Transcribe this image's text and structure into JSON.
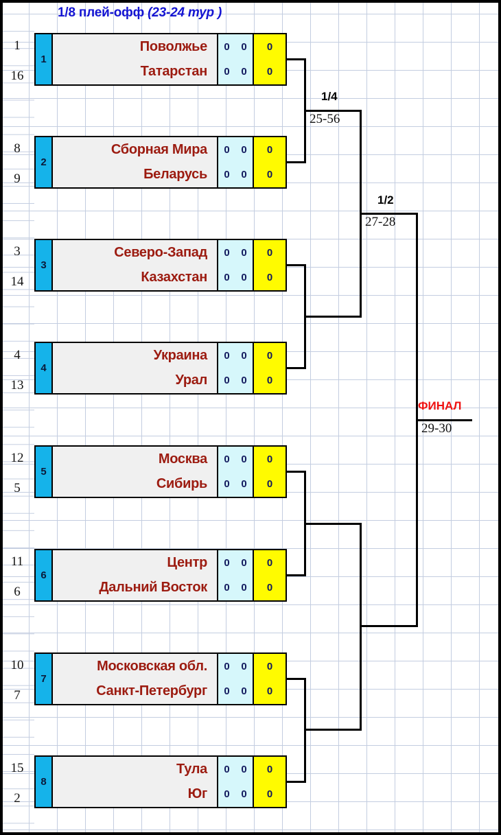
{
  "header": {
    "round_label": "1/8 плей-офф",
    "round_tours": "(23-24 тур )"
  },
  "bracket": {
    "round_of_16": [
      {
        "num": "1",
        "seed_top": "1",
        "seed_bottom": "16",
        "team_top": "Поволжье",
        "team_bottom": "Татарстан",
        "scores_top": [
          "0",
          "0"
        ],
        "scores_bottom": [
          "0",
          "0"
        ],
        "total_top": "0",
        "total_bottom": "0"
      },
      {
        "num": "2",
        "seed_top": "8",
        "seed_bottom": "9",
        "team_top": "Сборная Мира",
        "team_bottom": "Беларусь",
        "scores_top": [
          "0",
          "0"
        ],
        "scores_bottom": [
          "0",
          "0"
        ],
        "total_top": "0",
        "total_bottom": "0"
      },
      {
        "num": "3",
        "seed_top": "3",
        "seed_bottom": "14",
        "team_top": "Северо-Запад",
        "team_bottom": "Казахстан",
        "scores_top": [
          "0",
          "0"
        ],
        "scores_bottom": [
          "0",
          "0"
        ],
        "total_top": "0",
        "total_bottom": "0"
      },
      {
        "num": "4",
        "seed_top": "4",
        "seed_bottom": "13",
        "team_top": "Украина",
        "team_bottom": "Урал",
        "scores_top": [
          "0",
          "0"
        ],
        "scores_bottom": [
          "0",
          "0"
        ],
        "total_top": "0",
        "total_bottom": "0"
      },
      {
        "num": "5",
        "seed_top": "12",
        "seed_bottom": "5",
        "team_top": "Москва",
        "team_bottom": "Сибирь",
        "scores_top": [
          "0",
          "0"
        ],
        "scores_bottom": [
          "0",
          "0"
        ],
        "total_top": "0",
        "total_bottom": "0"
      },
      {
        "num": "6",
        "seed_top": "11",
        "seed_bottom": "6",
        "team_top": "Центр",
        "team_bottom": "Дальний Восток",
        "scores_top": [
          "0",
          "0"
        ],
        "scores_bottom": [
          "0",
          "0"
        ],
        "total_top": "0",
        "total_bottom": "0"
      },
      {
        "num": "7",
        "seed_top": "10",
        "seed_bottom": "7",
        "team_top": "Московская обл.",
        "team_bottom": "Санкт-Петербург",
        "scores_top": [
          "0",
          "0"
        ],
        "scores_bottom": [
          "0",
          "0"
        ],
        "total_top": "0",
        "total_bottom": "0"
      },
      {
        "num": "8",
        "seed_top": "15",
        "seed_bottom": "2",
        "team_top": "Тула",
        "team_bottom": "Юг",
        "scores_top": [
          "0",
          "0"
        ],
        "scores_bottom": [
          "0",
          "0"
        ],
        "total_top": "0",
        "total_bottom": "0"
      }
    ],
    "rounds": [
      {
        "label": "1/4",
        "tours": "25-56"
      },
      {
        "label": "1/2",
        "tours": "27-28"
      },
      {
        "label": "ФИНАЛ",
        "tours": "29-30"
      }
    ]
  },
  "colors": {
    "team_text": "#9c1b10",
    "number_box": "#15b3ea",
    "score_cell": "#d6f7fb",
    "total_cell": "#fffb00",
    "header_text": "#1414d2",
    "final_text": "#ef1111",
    "grid_line": "#c3cde0"
  }
}
